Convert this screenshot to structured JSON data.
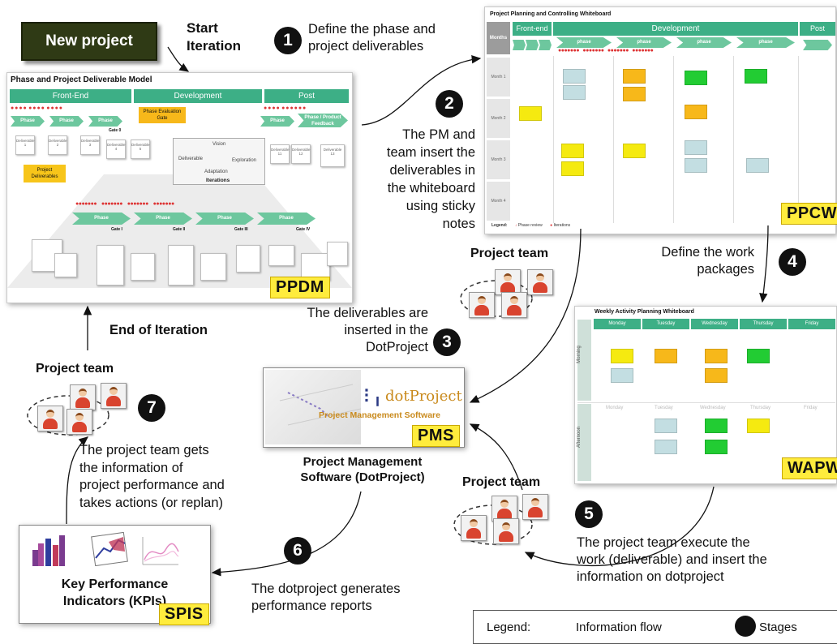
{
  "new_project": "New project",
  "start_iteration": [
    "Start",
    "Iteration"
  ],
  "end_of_iteration": "End of Iteration",
  "stages": [
    "1",
    "2",
    "3",
    "4",
    "5",
    "6",
    "7"
  ],
  "steps": {
    "s1": [
      "Define the phase and",
      "project deliverables"
    ],
    "s2": [
      "The PM and",
      "team insert the",
      "deliverables in",
      "the whiteboard",
      "using sticky",
      "notes"
    ],
    "s3": [
      "The deliverables are",
      "inserted in the",
      "DotProject"
    ],
    "s4": [
      "Define the work",
      "packages"
    ],
    "s5": [
      "The project team execute the",
      "work (deliverable) and insert the",
      "information on dotproject"
    ],
    "s6": [
      "The dotproject generates",
      "performance reports"
    ],
    "s7": [
      "The project team gets",
      "the information of",
      "project performance and",
      "takes actions (or replan)"
    ]
  },
  "project_team": "Project team",
  "ppdm": {
    "label": "PPDM",
    "title": "Phase and Project Deliverable Model",
    "top_phases": [
      "Front-End",
      "Development",
      "Post"
    ],
    "phase": "Phase",
    "phase_product_feedback": [
      "Phase / Product",
      "Feedback"
    ],
    "phase_evaluation_gate": [
      "Phase Evaluation",
      "Gate"
    ],
    "project_deliverables": [
      "Project",
      "Deliverables"
    ],
    "gate_0": "Gate 0",
    "gates": [
      "Gate I",
      "Gate II",
      "Gate III",
      "Gate IV"
    ],
    "deliverables_row": [
      "Deliverable 1",
      "Deliverable 2",
      "Deliverable 3",
      "Deliverable 4",
      "Deliverable 5",
      "Deliverable 11",
      "Deliverable 12",
      "Deliverable 13"
    ],
    "iteration_cycle": [
      "Vision",
      "Deliverable",
      "Exploration",
      "Adaptation"
    ],
    "iterations": "Iterations"
  },
  "ppcw": {
    "label": "PPCW",
    "title": "Project Planning and Controlling Whiteboard",
    "months": "Months",
    "top_phases": [
      "Front-end",
      "Development",
      "Post"
    ],
    "phase": "phase",
    "rows": [
      "Month 1",
      "Month 2",
      "Month 3",
      "Month 4"
    ],
    "legend": "Legend:",
    "legend_phase_review": "Phase review",
    "legend_iterations": "Iterations"
  },
  "wapw": {
    "label": "WAPW",
    "title": "Weekly Activity Planning Whiteboard",
    "days": [
      "Monday",
      "Tuesday",
      "Wednesday",
      "Thursday",
      "Friday"
    ],
    "rows": [
      "Morning",
      "Afternoon"
    ]
  },
  "pms": {
    "label": "PMS",
    "logo": "dotProject",
    "tagline": "Project Management Software",
    "caption": [
      "Project Management",
      "Software (DotProject)"
    ]
  },
  "spis": {
    "label": "SPIS",
    "caption": [
      "Key Performance",
      "Indicators (KPIs)"
    ]
  },
  "legend": {
    "label": "Legend:",
    "information_flow": "Information flow",
    "stages": "Stages"
  },
  "colors": {
    "phase_green": "#3daf86",
    "label_yellow": "#ffec3d",
    "sticky_yellow": "#f5ea10",
    "sticky_orange": "#f7b81a",
    "sticky_green": "#22cc33",
    "sticky_blue": "#c3dee2"
  }
}
